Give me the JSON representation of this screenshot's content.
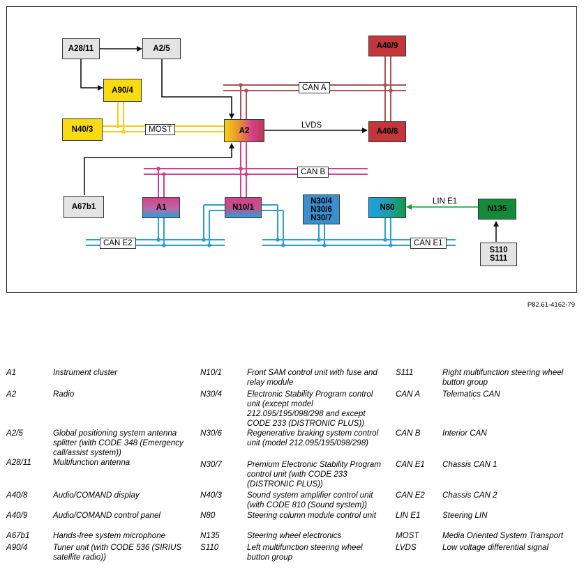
{
  "diagram": {
    "nodes": {
      "A28_11": "A28/11",
      "A2_5": "A2/5",
      "A40_9": "A40/9",
      "A90_4": "A90/4",
      "N40_3": "N40/3",
      "A2": "A2",
      "A40_8": "A40/8",
      "A67b1": "A67b1",
      "A1": "A1",
      "N10_1": "N10/1",
      "N30_group": "N30/4\nN30/6\nN30/7",
      "N80": "N80",
      "N135": "N135",
      "S110_group": "S110\nS111"
    },
    "buses": {
      "can_a": "CAN A",
      "can_b": "CAN B",
      "can_e1": "CAN E1",
      "can_e2": "CAN E2",
      "most": "MOST",
      "lvds": "LVDS",
      "lin_e1": "LIN E1"
    },
    "colors": {
      "can_a": "#a8535a",
      "can_b": "#d6408a",
      "can_e": "#2aa0cc",
      "most": "#f4cf14",
      "lin": "#0a9c3a",
      "grey_node": "#e4e4e4",
      "red_node": "#c2363c",
      "yellow_node": "#f9dc10",
      "green_node": "#138a3a",
      "blue_node": "#3b8fcf"
    }
  },
  "reference": "P82.61-4162-79",
  "legend": [
    [
      {
        "code": "A1",
        "desc": "Instrument cluster"
      },
      {
        "code": "A2",
        "desc": "Radio"
      },
      {
        "code": "A2/5",
        "desc": "Global positioning system antenna splitter (with CODE 348 (Emergency call/assist system))"
      },
      {
        "code": "A28/11",
        "desc": "Multifunction antenna"
      },
      {
        "code": "A40/8",
        "desc": "Audio/COMAND display"
      },
      {
        "code": "A40/9",
        "desc": "Audio/COMAND control panel"
      },
      {
        "code": "A67b1",
        "desc": "Hands-free system microphone"
      },
      {
        "code": "A90/4",
        "desc": "Tuner unit (with CODE 536 (SIRIUS satellite radio))"
      }
    ],
    [
      {
        "code": "N10/1",
        "desc": "Front SAM control unit with fuse and relay module"
      },
      {
        "code": "N30/4",
        "desc": "Electronic Stability Program control unit (except model 212.095/195/098/298 and except CODE 233 (DISTRONIC PLUS))"
      },
      {
        "code": "N30/6",
        "desc": "Regenerative braking system control unit (model 212.095/195/098/298)"
      },
      {
        "code": "N30/7",
        "desc": "Premium Electronic Stability Program control unit (with CODE 233 (DISTRONIC PLUS))"
      },
      {
        "code": "N40/3",
        "desc": "Sound system amplifier control unit (with CODE 810 (Sound system))"
      },
      {
        "code": "N80",
        "desc": "Steering column module control unit"
      },
      {
        "code": "N135",
        "desc": "Steering wheel electronics"
      },
      {
        "code": "S110",
        "desc": "Left multifunction steering wheel button group"
      }
    ],
    [
      {
        "code": "S111",
        "desc": "Right multifunction steering wheel button group"
      },
      {
        "code": "CAN A",
        "desc": "Telematics CAN"
      },
      {
        "code": "CAN B",
        "desc": "Interior CAN"
      },
      {
        "code": "CAN E1",
        "desc": "Chassis CAN 1"
      },
      {
        "code": "CAN E2",
        "desc": "Chassis CAN 2"
      },
      {
        "code": "LIN E1",
        "desc": "Steering LIN"
      },
      {
        "code": "MOST",
        "desc": "Media Oriented System Transport"
      },
      {
        "code": "LVDS",
        "desc": "Low voltage differential signal"
      }
    ]
  ]
}
